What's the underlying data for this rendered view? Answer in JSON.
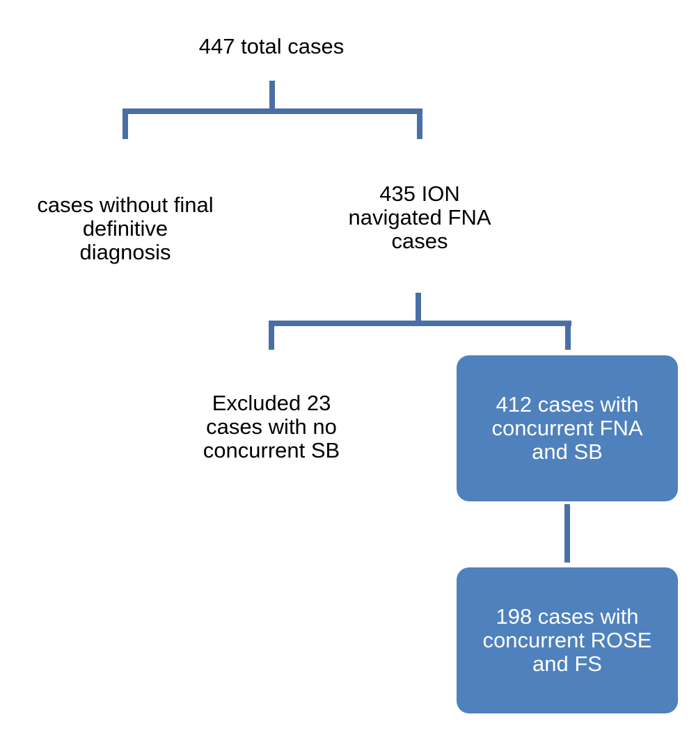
{
  "diagram": {
    "accent_color": "#4f81bd",
    "connector_color": "#4a6fa5",
    "nodes": {
      "root": {
        "lines": [
          "447 total cases"
        ]
      },
      "no_diagnosis": {
        "lines": [
          "cases without final",
          "definitive",
          "diagnosis"
        ]
      },
      "ion_navigated": {
        "lines": [
          "435 ION",
          "navigated FNA",
          "cases"
        ]
      },
      "excluded": {
        "lines": [
          "Excluded 23",
          "cases with no",
          "concurrent SB"
        ]
      },
      "concurrent_fna_sb": {
        "lines": [
          "412 cases with",
          "concurrent FNA",
          "and SB"
        ]
      },
      "concurrent_rose_fs": {
        "lines": [
          "198 cases with",
          "concurrent ROSE",
          "and FS"
        ]
      }
    }
  }
}
